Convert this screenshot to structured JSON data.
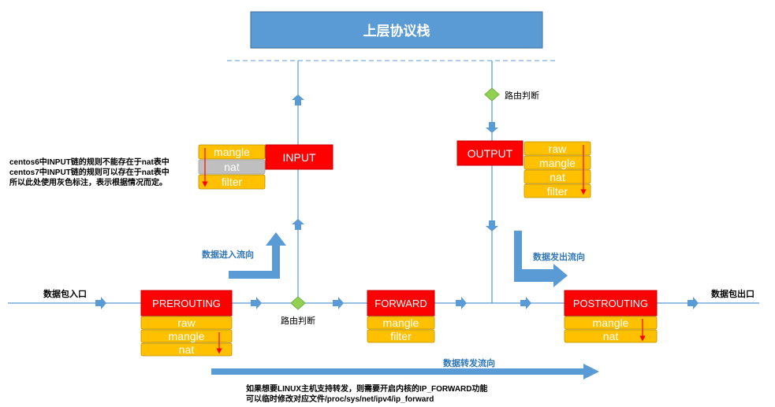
{
  "top_box": "上层协议栈",
  "route_decision": "路由判断",
  "chains": {
    "prerouting": {
      "name": "PREROUTING",
      "tables": [
        "raw",
        "mangle",
        "nat"
      ]
    },
    "input": {
      "name": "INPUT",
      "tables": [
        "mangle",
        "nat",
        "filter"
      ]
    },
    "forward": {
      "name": "FORWARD",
      "tables": [
        "mangle",
        "filter"
      ]
    },
    "output": {
      "name": "OUTPUT",
      "tables": [
        "raw",
        "mangle",
        "nat",
        "filter"
      ]
    },
    "postrouting": {
      "name": "POSTROUTING",
      "tables": [
        "mangle",
        "nat"
      ]
    }
  },
  "labels": {
    "packet_in": "数据包入口",
    "packet_out": "数据包出口",
    "inbound_flow": "数据进入流向",
    "outbound_flow": "数据发出流向",
    "forward_flow": "数据转发流向"
  },
  "notes": {
    "input_nat": [
      "centos6中INPUT链的规则不能存在于nat表中",
      "centos7中INPUT链的规则可以存在于nat表中",
      "所以此处使用灰色标注，表示根据情况而定。"
    ],
    "ip_forward": [
      "如果想要LINUX主机支持转发，则需要开启内核的IP_FORWARD功能",
      "可以临时修改对应文件/proc/sys/net/ipv4/ip_forward"
    ]
  },
  "colors": {
    "top_box": "#5b9bd5",
    "line": "#5b9bd5",
    "chain": "#ff0000",
    "table": "#ffc000",
    "table_disabled": "#bfbfbf",
    "diamond": "#92d050",
    "flow_label": "#2e75b6",
    "down_arrow": "#ff0000"
  }
}
